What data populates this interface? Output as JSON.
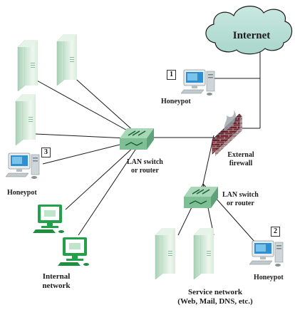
{
  "internet": {
    "label": "Internet"
  },
  "honeypots": [
    {
      "number": "1",
      "label": "Honeypot"
    },
    {
      "number": "2",
      "label": "Honeypot"
    },
    {
      "number": "3",
      "label": "Honeypot"
    }
  ],
  "firewall": {
    "label_line1": "External",
    "label_line2": "firewall"
  },
  "lan_switch_main": {
    "label_line1": "LAN switch",
    "label_line2": "or router"
  },
  "lan_switch_service": {
    "label_line1": "LAN switch",
    "label_line2": "or router"
  },
  "internal_network": {
    "label_line1": "Internal",
    "label_line2": "network"
  },
  "service_network": {
    "label_line1": "Service network",
    "label_line2": "(Web, Mail, DNS, etc.)"
  },
  "colors": {
    "cloud": "#b8ddd5",
    "switch": "#8fc8a6",
    "server": "#d8ecdc",
    "monitor": "#22a04a",
    "brick": "#7a2530",
    "line": "#1a1a1a"
  }
}
